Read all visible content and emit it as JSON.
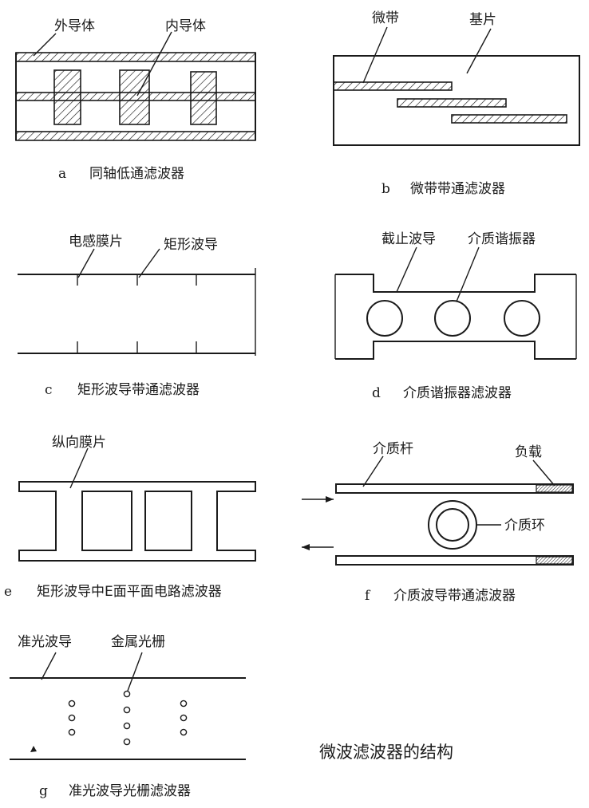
{
  "diagram_title": "微波滤波器的结构",
  "panels": {
    "a": {
      "letter": "a",
      "caption": "同轴低通滤波器",
      "labels": {
        "outer": "外导体",
        "inner": "内导体"
      }
    },
    "b": {
      "letter": "b",
      "caption": "微带带通滤波器",
      "labels": {
        "strip": "微带",
        "substrate": "基片"
      }
    },
    "c": {
      "letter": "c",
      "caption": "矩形波导带通滤波器",
      "labels": {
        "iris": "电感膜片",
        "waveguide": "矩形波导"
      }
    },
    "d": {
      "letter": "d",
      "caption": "介质谐振器滤波器",
      "labels": {
        "cutoff": "截止波导",
        "resonator": "介质谐振器"
      }
    },
    "e": {
      "letter": "e",
      "caption": "矩形波导中E面平面电路滤波器",
      "labels": {
        "fin": "纵向膜片"
      }
    },
    "f": {
      "letter": "f",
      "caption": "介质波导带通滤波器",
      "labels": {
        "rod": "介质杆",
        "load": "负载",
        "ring": "介质环"
      }
    },
    "g": {
      "letter": "g",
      "caption": "准光波导光栅滤波器",
      "labels": {
        "quasi": "准光波导",
        "grating": "金属光栅"
      }
    }
  }
}
